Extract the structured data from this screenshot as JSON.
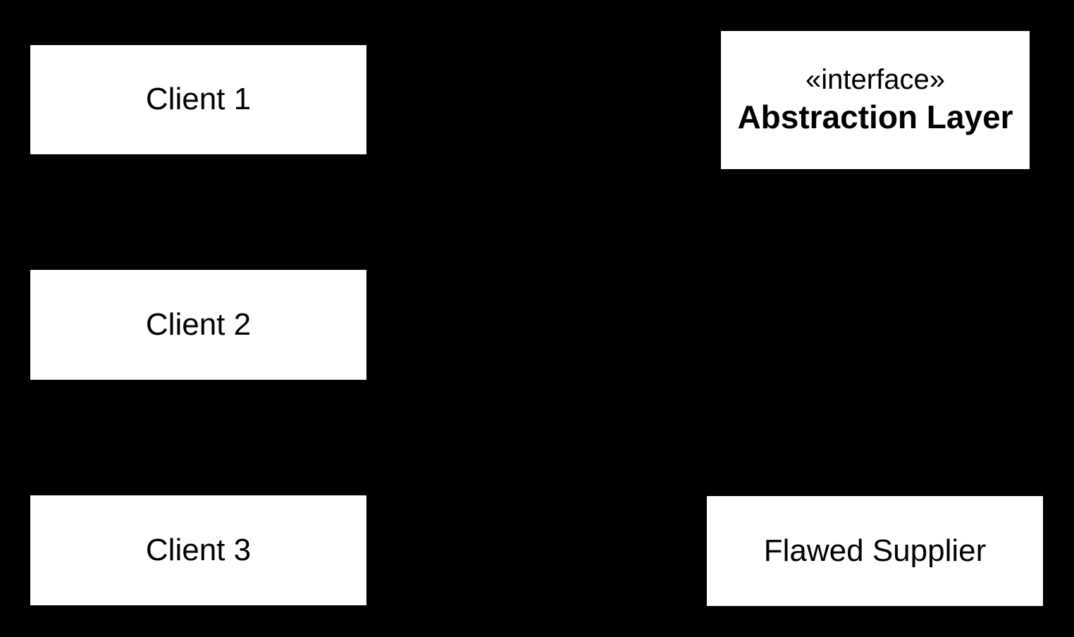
{
  "diagram": {
    "type": "uml-class-diagram",
    "colors": {
      "background": "#000000",
      "node_fill": "#ffffff",
      "node_text": "#000000"
    },
    "nodes": {
      "client1": {
        "label": "Client 1"
      },
      "client2": {
        "label": "Client 2"
      },
      "client3": {
        "label": "Client 3"
      },
      "abstraction_layer": {
        "stereotype": "«interface»",
        "label": "Abstraction Layer"
      },
      "flawed_supplier": {
        "label": "Flawed Supplier"
      }
    }
  }
}
